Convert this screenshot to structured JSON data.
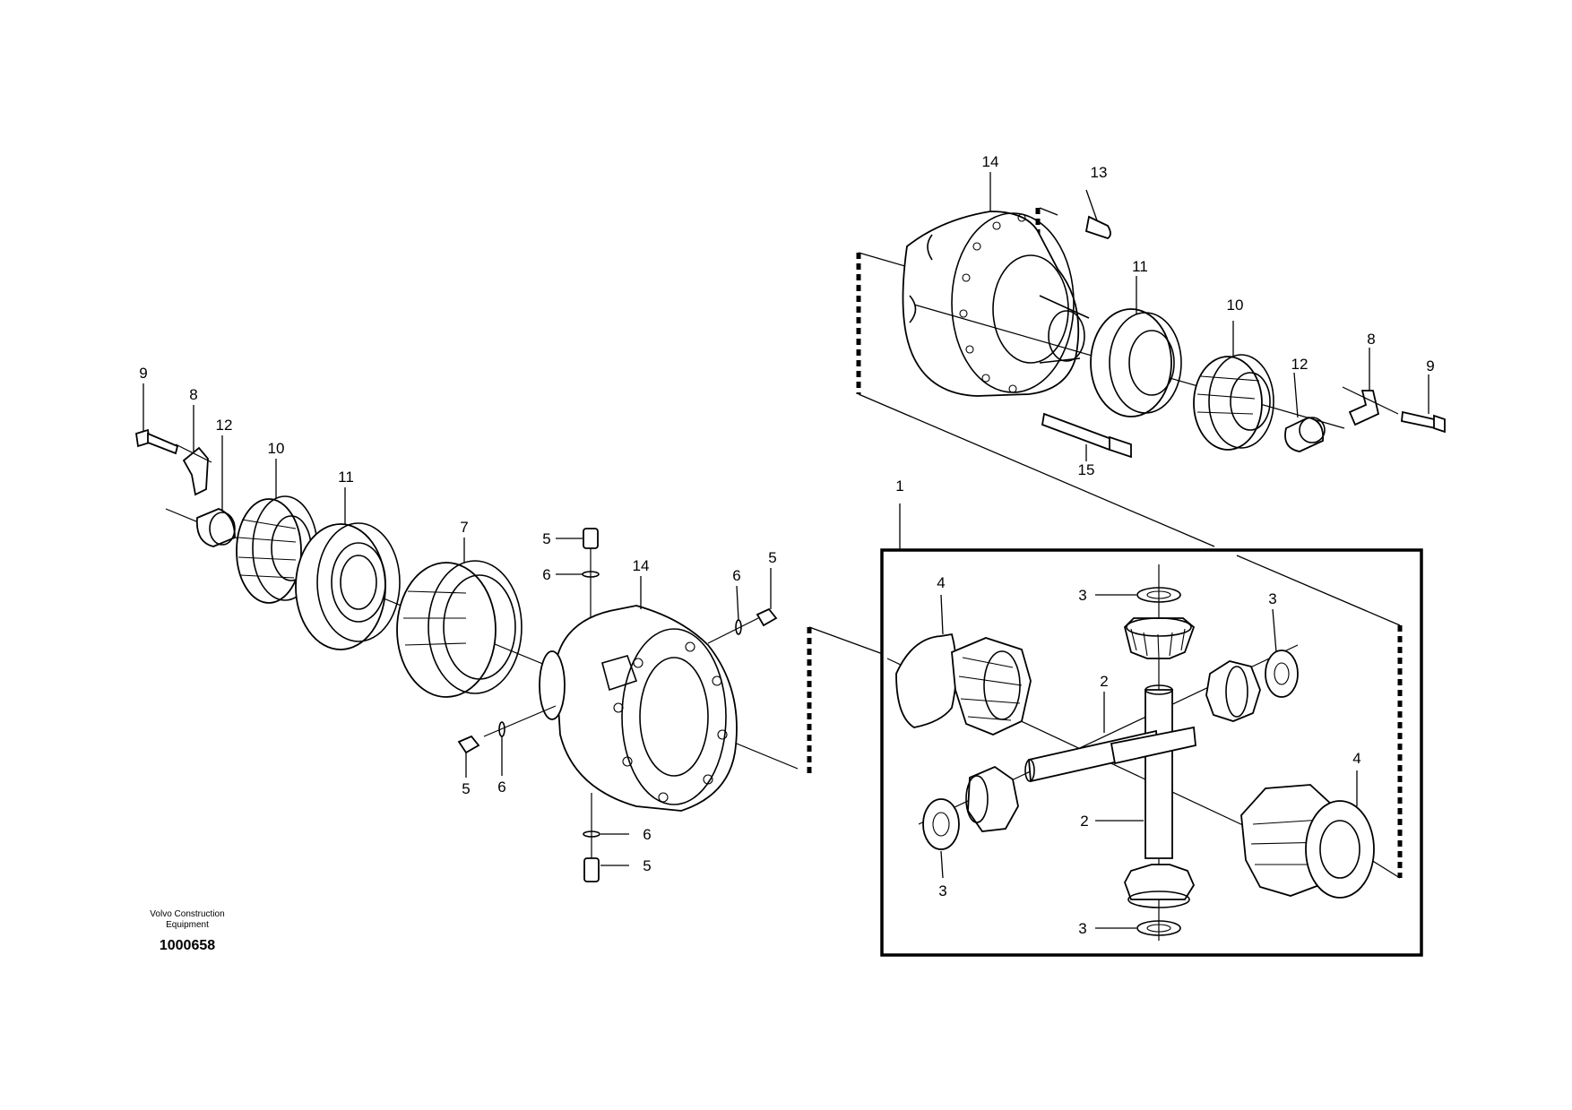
{
  "callouts": {
    "top_14": "14",
    "top_13": "13",
    "top_11": "11",
    "top_10": "10",
    "top_12": "12",
    "top_8": "8",
    "top_9": "9",
    "top_15": "15",
    "left_9": "9",
    "left_8": "8",
    "left_12": "12",
    "left_10": "10",
    "left_11": "11",
    "mid_7": "7",
    "mid_14": "14",
    "mid_5a": "5",
    "mid_6a": "6",
    "mid_6b": "6",
    "mid_5b": "5",
    "low_5a": "5",
    "low_6a": "6",
    "low_6b": "6",
    "low_5b": "5",
    "box_1": "1",
    "box_4a": "4",
    "box_3a": "3",
    "box_3b": "3",
    "box_2a": "2",
    "box_2b": "2",
    "box_3c": "3",
    "box_4b": "4",
    "box_3d": "3"
  },
  "footer": {
    "maker_line1": "Volvo Construction",
    "maker_line2": "Equipment",
    "drawing_number": "1000658"
  }
}
